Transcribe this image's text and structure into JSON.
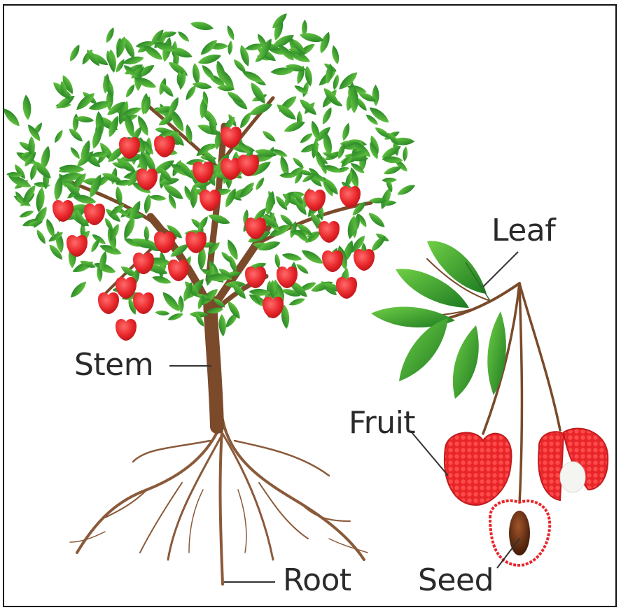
{
  "labels": {
    "leaf": "Leaf",
    "stem": "Stem",
    "fruit": "Fruit",
    "root": "Root",
    "seed": "Seed"
  },
  "colors": {
    "leaf_dark": "#1f7a1f",
    "leaf_light": "#5cbf3a",
    "fruit": "#e8262a",
    "trunk": "#7a4a2a",
    "root": "#8a5a3a",
    "seed": "#5a2a10",
    "pointer_line": "#333333"
  }
}
